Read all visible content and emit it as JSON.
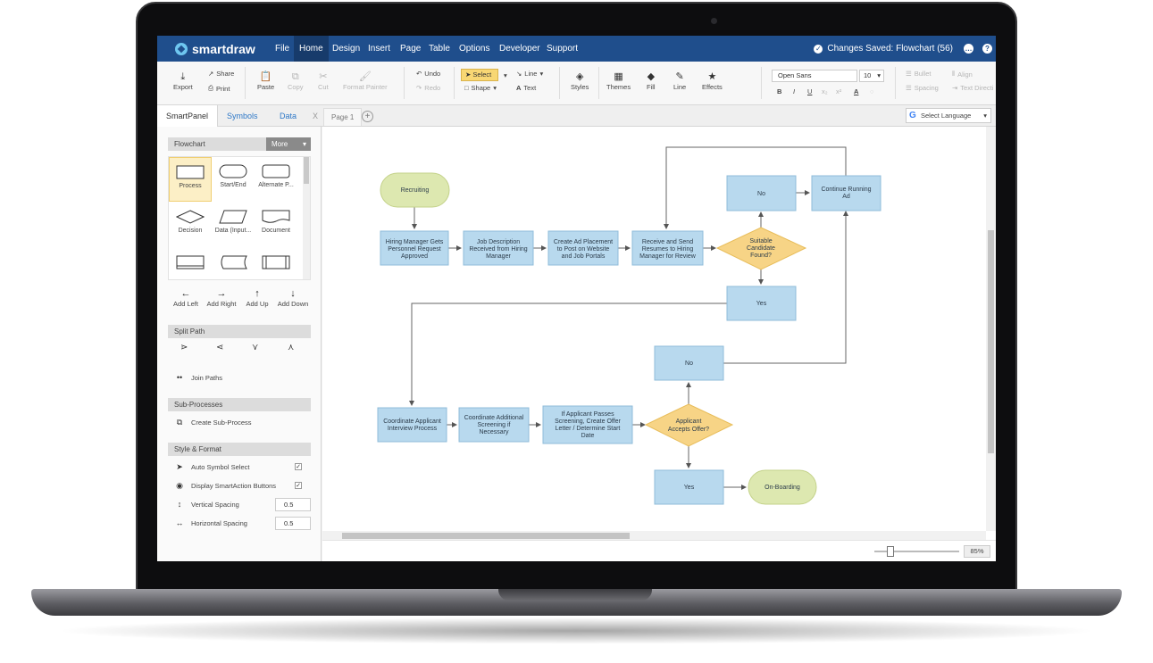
{
  "app": {
    "logo": "smartdraw",
    "menu": [
      "File",
      "Home",
      "Design",
      "Insert",
      "Page",
      "Table",
      "Options",
      "Developer",
      "Support"
    ],
    "active_menu": "Home",
    "status": "Changes Saved: Flowchart (56)"
  },
  "ribbon": {
    "export": "Export",
    "share": "Share",
    "print": "Print",
    "paste": "Paste",
    "copy": "Copy",
    "cut": "Cut",
    "format_painter": "Format Painter",
    "undo": "Undo",
    "redo": "Redo",
    "select": "Select",
    "line": "Line",
    "shape": "Shape",
    "text": "Text",
    "styles": "Styles",
    "themes": "Themes",
    "fill": "Fill",
    "line2": "Line",
    "effects": "Effects",
    "font": "Open Sans",
    "font_size": "10",
    "bold": "B",
    "italic": "I",
    "underline": "U",
    "subscript": "x₂",
    "superscript": "x²",
    "font_color": "A",
    "bullet": "Bullet",
    "align": "Align",
    "spacing": "Spacing",
    "text_direction": "Text Directi"
  },
  "tabs": {
    "smartpanel": "SmartPanel",
    "symbols": "Symbols",
    "data": "Data",
    "close": "X",
    "page": "Page 1",
    "add_page": "+",
    "language": "Select Language",
    "google_g": "G"
  },
  "panel": {
    "flowchart_head": "Flowchart",
    "more": "More",
    "shapes": [
      "Process",
      "Start/End",
      "Alternate P...",
      "Decision",
      "Data (Input...",
      "Document"
    ],
    "add_left": "Add Left",
    "add_right": "Add Right",
    "add_up": "Add Up",
    "add_down": "Add Down",
    "split_head": "Split Path",
    "join_paths": "Join Paths",
    "sub_head": "Sub-Processes",
    "create_sub": "Create Sub-Process",
    "style_head": "Style & Format",
    "auto_symbol": "Auto Symbol Select",
    "display_smart": "Display SmartAction Buttons",
    "vertical_spacing": "Vertical Spacing",
    "vertical_value": "0.5",
    "horizontal_spacing": "Horizontal Spacing",
    "horizontal_value": "0.5"
  },
  "diagram": {
    "recruiting": "Recruiting",
    "n1a": "Hiring Manager Gets",
    "n1b": "Personnel Request",
    "n1c": "Approved",
    "n2a": "Job Description",
    "n2b": "Received from Hiring",
    "n2c": "Manager",
    "n3a": "Create Ad Placement",
    "n3b": "to Post on Website",
    "n3c": "and Job Portals",
    "n4a": "Receive and Send",
    "n4b": "Resumes to Hiring",
    "n4c": "Manager for Review",
    "d1a": "Suitable",
    "d1b": "Candidate",
    "d1c": "Found?",
    "no1": "No",
    "cont_a": "Continue Running",
    "cont_b": "Ad",
    "yes1": "Yes",
    "no2": "No",
    "c1a": "Coordinate Applicant",
    "c1b": "Interview Process",
    "c2a": "Coordinate Additional",
    "c2b": "Screening if",
    "c2c": "Necessary",
    "c3a": "If Applicant Passes",
    "c3b": "Screening, Create Offer",
    "c3c": "Letter / Determine Start",
    "c3d": "Date",
    "d2a": "Applicant",
    "d2b": "Accepts Offer?",
    "yes2": "Yes",
    "onboarding": "On-Boarding"
  },
  "zoom": "85%",
  "colors": {
    "menubar": "#1f4e8c",
    "process_fill": "#b8d9ee",
    "decision_fill": "#f7d486",
    "terminal_fill": "#dde8b0"
  }
}
